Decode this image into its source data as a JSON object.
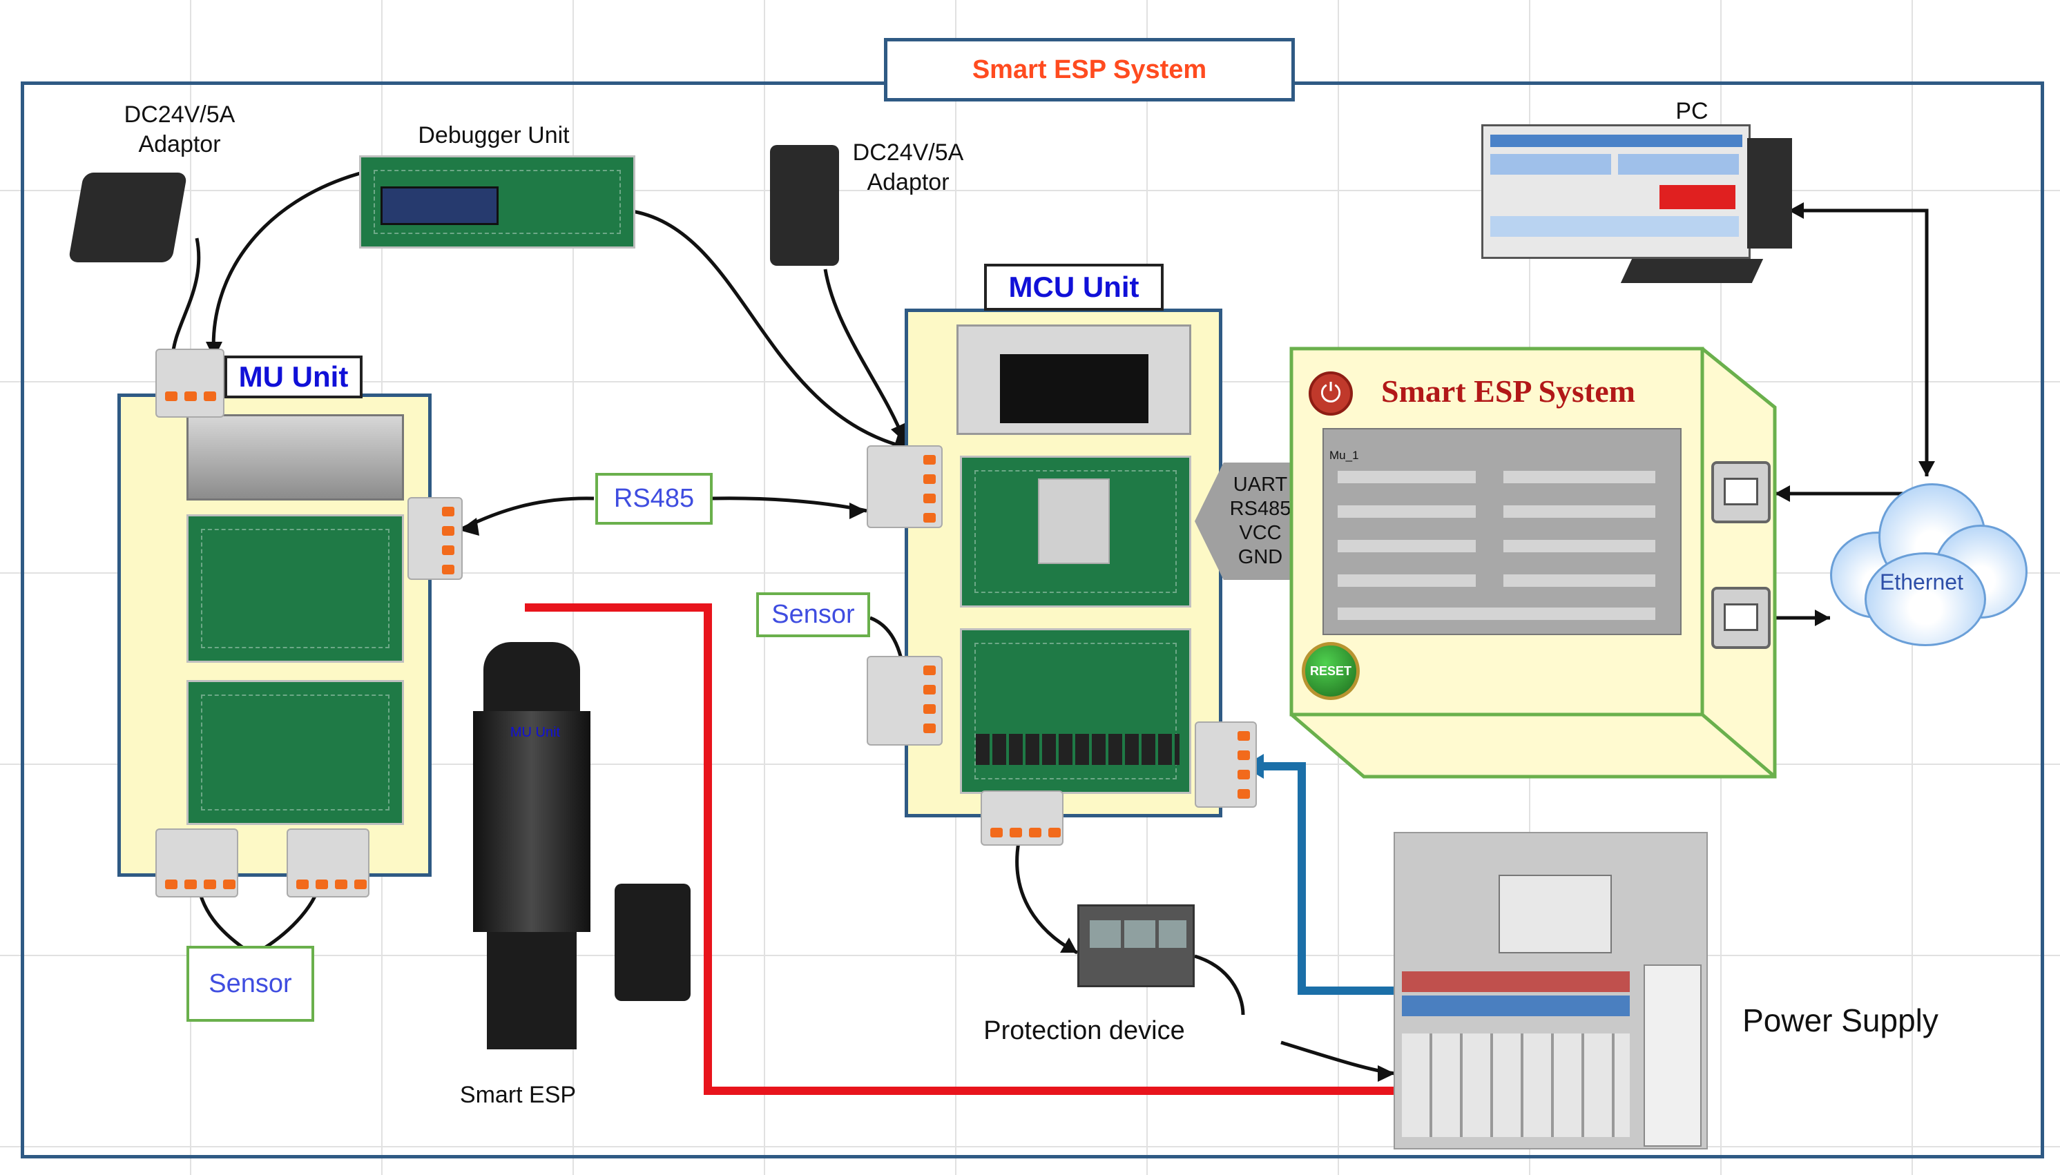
{
  "title": "Smart ESP System",
  "labels": {
    "adaptor_left": "DC24V/5A\nAdaptor",
    "adaptor_mid": "DC24V/5A\nAdaptor",
    "debugger": "Debugger Unit",
    "pc": "PC",
    "mu_unit": "MU Unit",
    "mcu_unit": "MCU Unit",
    "rs485": "RS485",
    "sensor_mid": "Sensor",
    "sensor_bottom": "Sensor",
    "smart_esp": "Smart ESP",
    "esp_tag": "MU Unit",
    "protection": "Protection device",
    "power_supply": "Power Supply",
    "ethernet": "Ethernet",
    "panel_title": "Smart ESP System",
    "reset": "RESET",
    "window_name": "Mu_1"
  },
  "interface": [
    "UART",
    "RS485",
    "VCC",
    "GND"
  ],
  "colors": {
    "frame": "#2f5a84",
    "title_text": "#ff4b1f",
    "unit_bg": "#fdf9c6",
    "label_box_border": "#6ab04c",
    "label_box_text": "#3f4de0",
    "power_line": "#e8141c",
    "feed_line": "#1b6fa8",
    "panel_title_text": "#b21818"
  },
  "icons": [
    "adaptor-icon",
    "debugger-board-icon",
    "pc-monitor-icon",
    "power-button-icon",
    "reset-button-icon",
    "rj45-port-icon",
    "ethernet-cloud-icon",
    "pump-icon",
    "protection-device-icon",
    "power-panel-icon"
  ]
}
